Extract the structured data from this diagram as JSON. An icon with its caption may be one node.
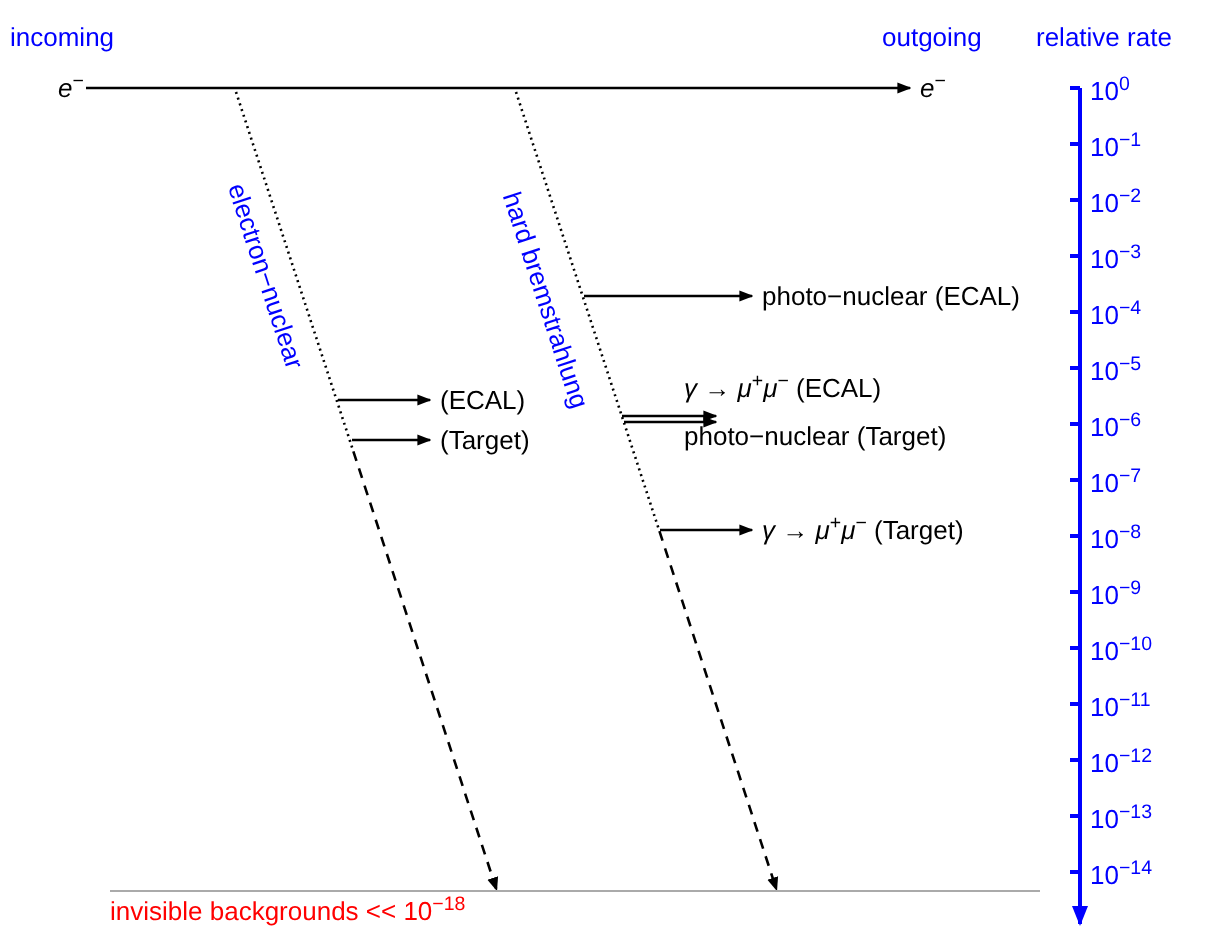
{
  "diagram": {
    "nodes": [
      {
        "text": [
          "*e*$^{−}$"
        ]
      },
      {
        "text": [
          "*e*$^{−}$"
        ]
      },
      {
        "text": [
          "invisible backgrounds << 10$^{−18}$"
        ]
      },
      {
        "text": [
          "(ECAL)"
        ]
      },
      {
        "text": [
          "(Target)"
        ]
      },
      {
        "text": [
          "photo−nuclear (ECAL)"
        ]
      },
      {
        "text": [
          "*γ* → *μ*$^{+}$*μ*$^{−}$ (ECAL)"
        ]
      },
      {
        "text": [
          "photo−nuclear (Target)"
        ]
      },
      {
        "text": [
          "*γ* → *μ*$^{+}$*μ*$^{−}$ (Target)"
        ]
      }
    ],
    "edges": [
      {
        "from": 0,
        "to": 1,
        "arrow": "to"
      },
      {
        "from": null,
        "to": 2,
        "arrow": "to",
        "label": "electron−nuclear",
        "style": "dashed"
      },
      {
        "from": null,
        "to": 2,
        "arrow": "to",
        "label": "hard bremstrahlung",
        "style": "dashed"
      },
      {
        "from": null,
        "to": 3,
        "arrow": "to"
      },
      {
        "from": null,
        "to": 4,
        "arrow": "to"
      },
      {
        "from": null,
        "to": 5,
        "arrow": "to"
      },
      {
        "from": null,
        "to": 6,
        "arrow": "to"
      },
      {
        "from": null,
        "to": 7,
        "arrow": "to"
      },
      {
        "from": null,
        "to": 8,
        "arrow": "to"
      }
    ],
    "labels": [
      "incoming",
      "outgoing",
      "relative rate",
      "10$^{0}$",
      "10$^{−1}$",
      "10$^{−2}$",
      "10$^{−3}$",
      "10$^{−4}$",
      "10$^{−5}$",
      "10$^{−6}$",
      "10$^{−7}$",
      "10$^{−8}$",
      "10$^{−9}$",
      "10$^{−10}$",
      "10$^{−11}$",
      "10$^{−12}$",
      "10$^{−13}$",
      "10$^{−14}$"
    ]
  }
}
